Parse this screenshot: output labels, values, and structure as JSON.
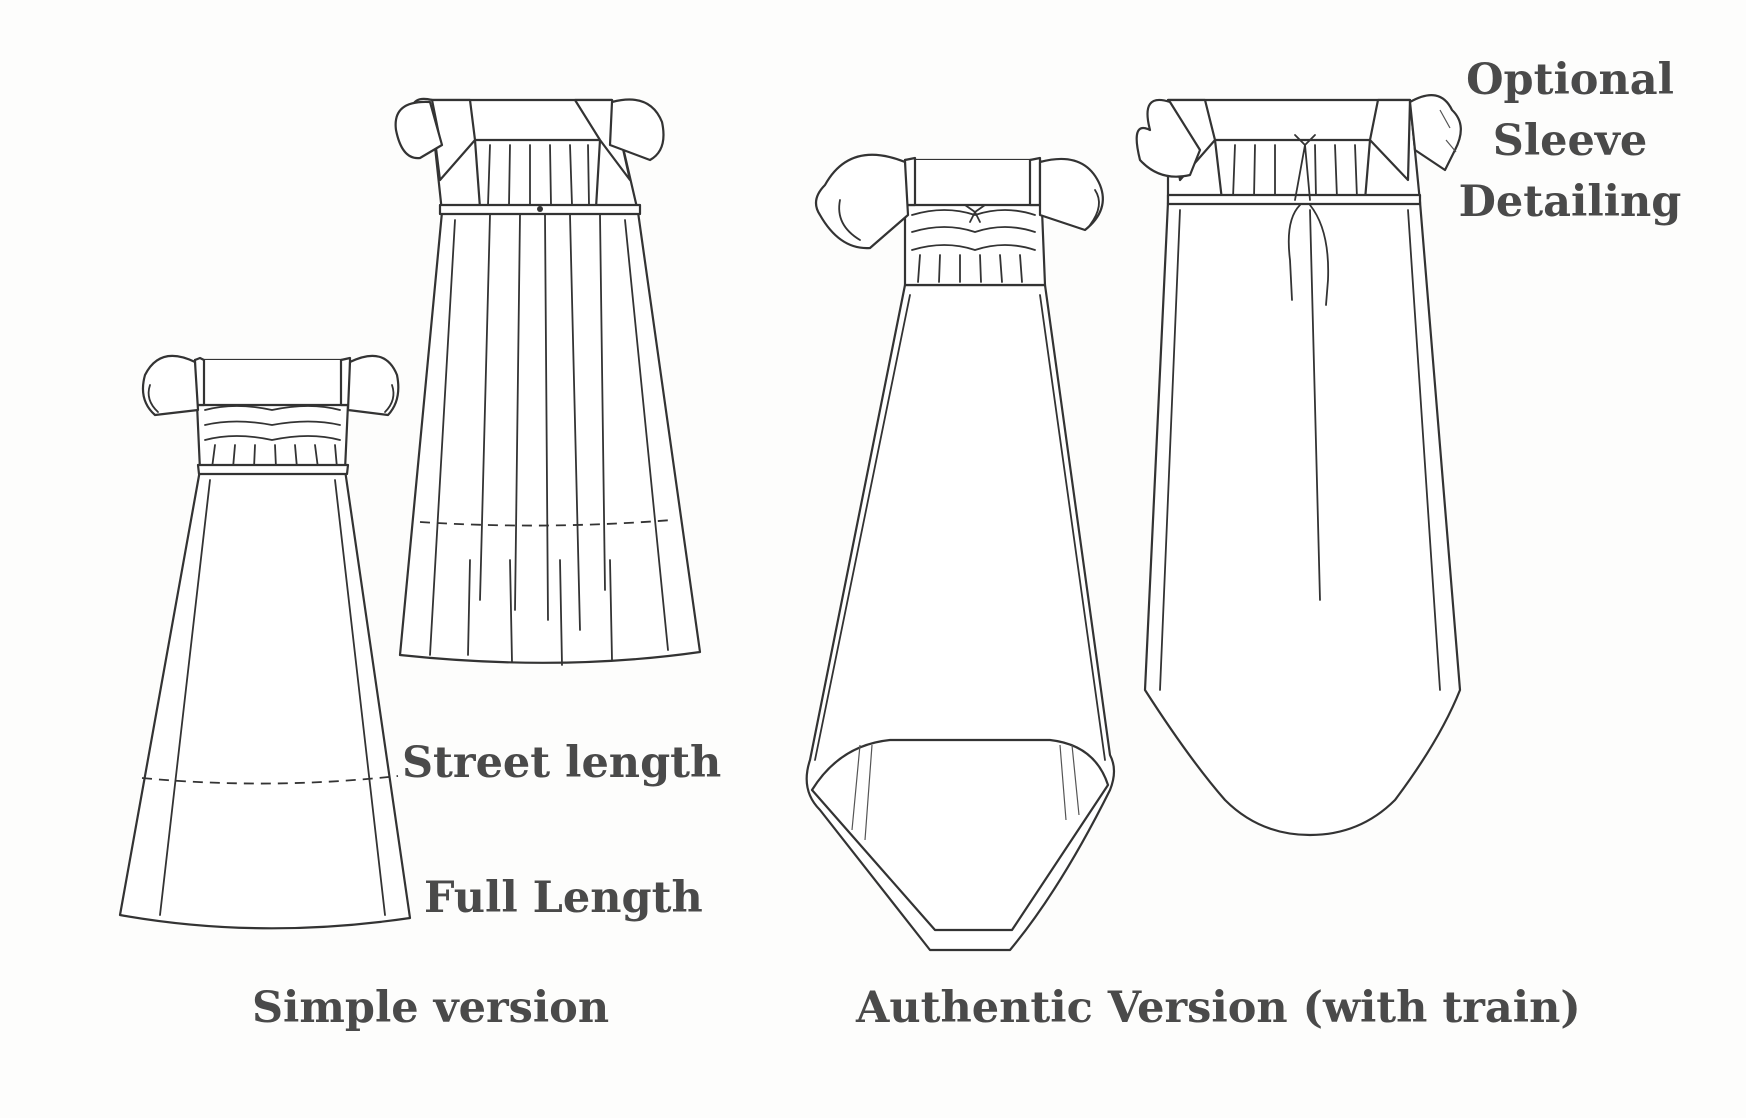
{
  "labels": {
    "street_length": "Street length",
    "full_length": "Full Length",
    "simple_version": "Simple version",
    "authentic_version": "Authentic Version (with train)",
    "optional_sleeve": [
      "Optional",
      "Sleeve",
      "Detailing"
    ]
  },
  "colors": {
    "ink": "#333333",
    "label_text": "#4a4a4a",
    "paper": "#fdfdfc"
  }
}
